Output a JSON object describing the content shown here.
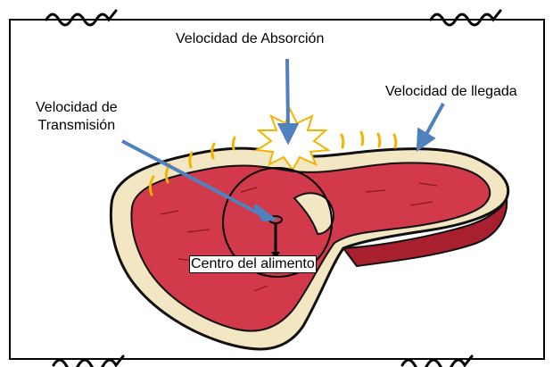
{
  "labels": {
    "absorption_speed": "Velocidad de Absorción",
    "arrival_speed": "Velocidad de llegada",
    "transmission_line1": "Velocidad de",
    "transmission_line2": "Transmisión",
    "food_center": "Centro del alimento"
  },
  "colors": {
    "meat": "#d2394b",
    "fat": "#f3e6c3",
    "arrow": "#4f81bd",
    "heat_marks": "#f2b400",
    "outline": "#111111"
  }
}
